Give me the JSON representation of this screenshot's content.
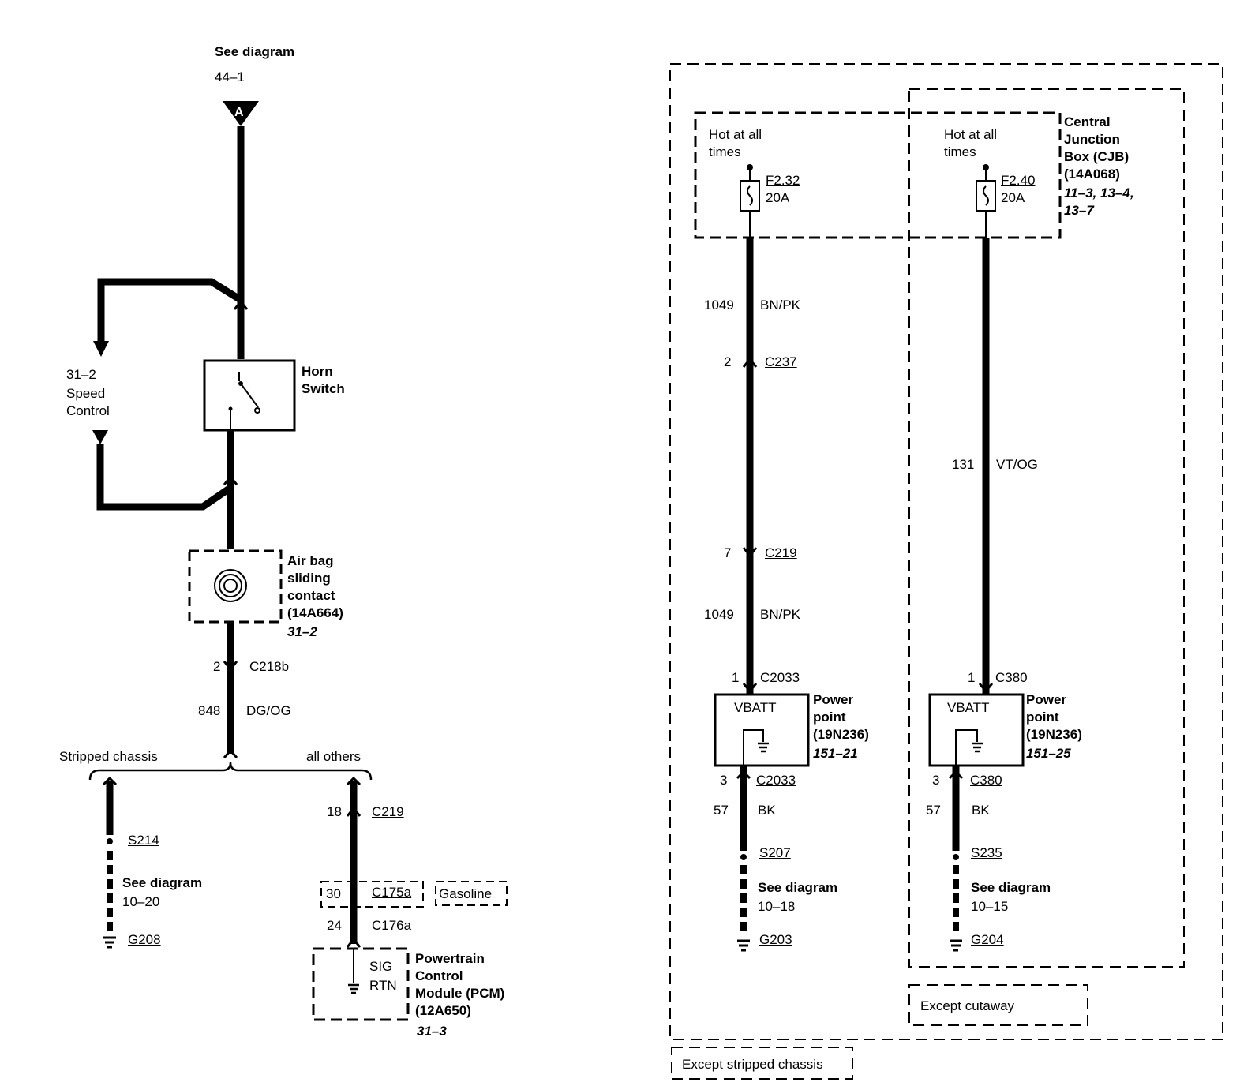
{
  "left": {
    "see_diagram_top": "See diagram",
    "see_diagram_top_ref": "44–1",
    "connector_a": "A",
    "speed_control_ref": "31–2",
    "speed_control_l1": "Speed",
    "speed_control_l2": "Control",
    "horn_l1": "Horn",
    "horn_l2": "Switch",
    "airbag_l1": "Air bag",
    "airbag_l2": "sliding",
    "airbag_l3": "contact",
    "airbag_l4": "(14A664)",
    "airbag_ref": "31–2",
    "c218b_pin": "2",
    "c218b": "C218b",
    "wire_848_num": "848",
    "wire_848_color": "DG/OG",
    "stripped_chassis": "Stripped chassis",
    "all_others": "all others",
    "s214": "S214",
    "see_diagram_s": "See diagram",
    "see_diagram_s_ref": "10–20",
    "g208": "G208",
    "c219_pin": "18",
    "c219": "C219",
    "c175a_pin": "30",
    "c175a": "C175a",
    "gasoline": "Gasoline",
    "c176a_pin": "24",
    "c176a": "C176a",
    "pcm_pin_sig": "SIG",
    "pcm_pin_rtn": "RTN",
    "pcm_l1": "Powertrain",
    "pcm_l2": "Control",
    "pcm_l3": "Module (PCM)",
    "pcm_l4": "(12A650)",
    "pcm_ref": "31–3"
  },
  "right": {
    "hot1_l1": "Hot at all",
    "hot1_l2": "times",
    "hot2_l1": "Hot at all",
    "hot2_l2": "times",
    "fuse1": "F2.32",
    "fuse1_rating": "20A",
    "fuse2": "F2.40",
    "fuse2_rating": "20A",
    "cjb_l1": "Central",
    "cjb_l2": "Junction",
    "cjb_l3": "Box (CJB)",
    "cjb_l4": "(14A068)",
    "cjb_ref1": "11–3, 13–4,",
    "cjb_ref2": "13–7",
    "w1049a_num": "1049",
    "w1049a_color": "BN/PK",
    "c237_pin": "2",
    "c237": "C237",
    "w131_num": "131",
    "w131_color": "VT/OG",
    "c219_pin": "7",
    "c219": "C219",
    "w1049b_num": "1049",
    "w1049b_color": "BN/PK",
    "c2033_pin1": "1",
    "c2033_top": "C2033",
    "c380_pin1": "1",
    "c380_top": "C380",
    "vbatt1": "VBATT",
    "vbatt2": "VBATT",
    "pp1_l1": "Power",
    "pp1_l2": "point",
    "pp1_l3": "(19N236)",
    "pp1_ref": "151–21",
    "pp2_l1": "Power",
    "pp2_l2": "point",
    "pp2_l3": "(19N236)",
    "pp2_ref": "151–25",
    "c2033_pin3": "3",
    "c2033_bot": "C2033",
    "c380_pin3": "3",
    "c380_bot": "C380",
    "w57a_num": "57",
    "w57a_color": "BK",
    "w57b_num": "57",
    "w57b_color": "BK",
    "s207": "S207",
    "s235": "S235",
    "see1": "See diagram",
    "see1_ref": "10–18",
    "see2": "See diagram",
    "see2_ref": "10–15",
    "g203": "G203",
    "g204": "G204",
    "except_cutaway": "Except cutaway",
    "except_stripped": "Except stripped chassis"
  }
}
